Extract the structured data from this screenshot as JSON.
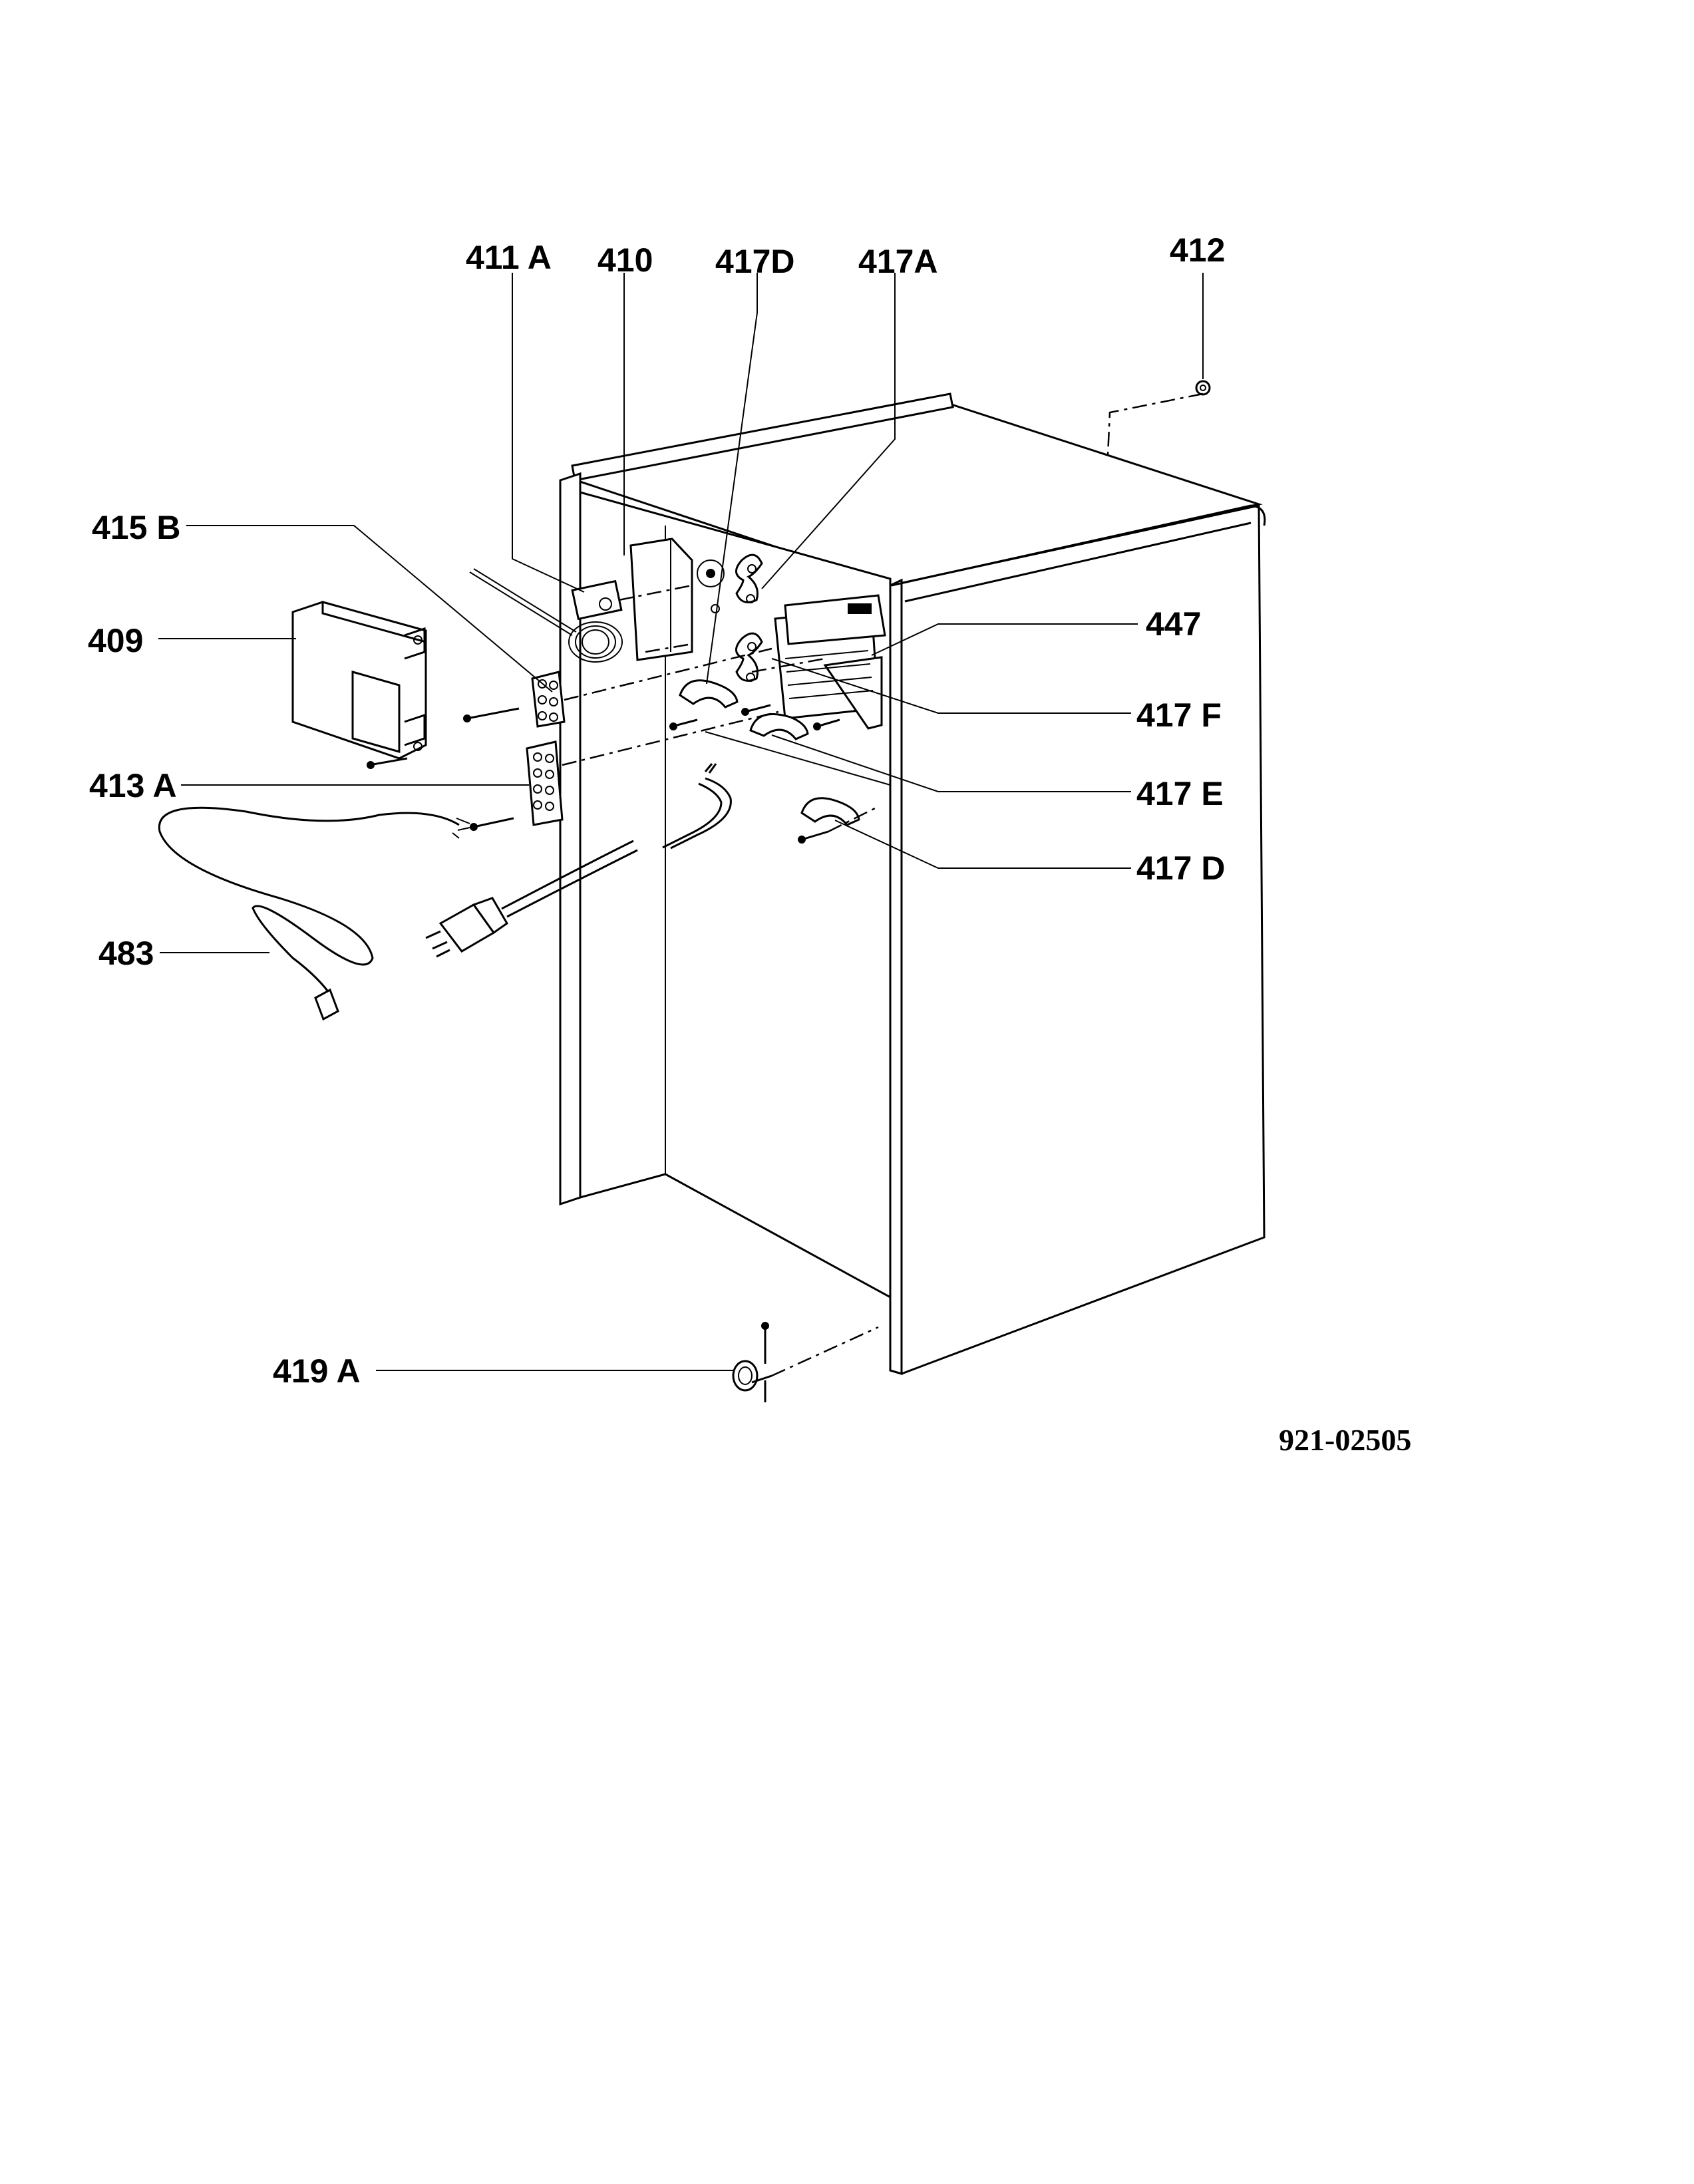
{
  "labels": {
    "l411a": "411 A",
    "l410": "410",
    "l417d_top": "417D",
    "l417a": "417A",
    "l412": "412",
    "l415b": "415 B",
    "l409": "409",
    "l447": "447",
    "l417f": "417 F",
    "l413a": "413 A",
    "l417e": "417 E",
    "l417d": "417 D",
    "l483": "483",
    "l419a": "419 A"
  },
  "doc_number": "921-02505"
}
